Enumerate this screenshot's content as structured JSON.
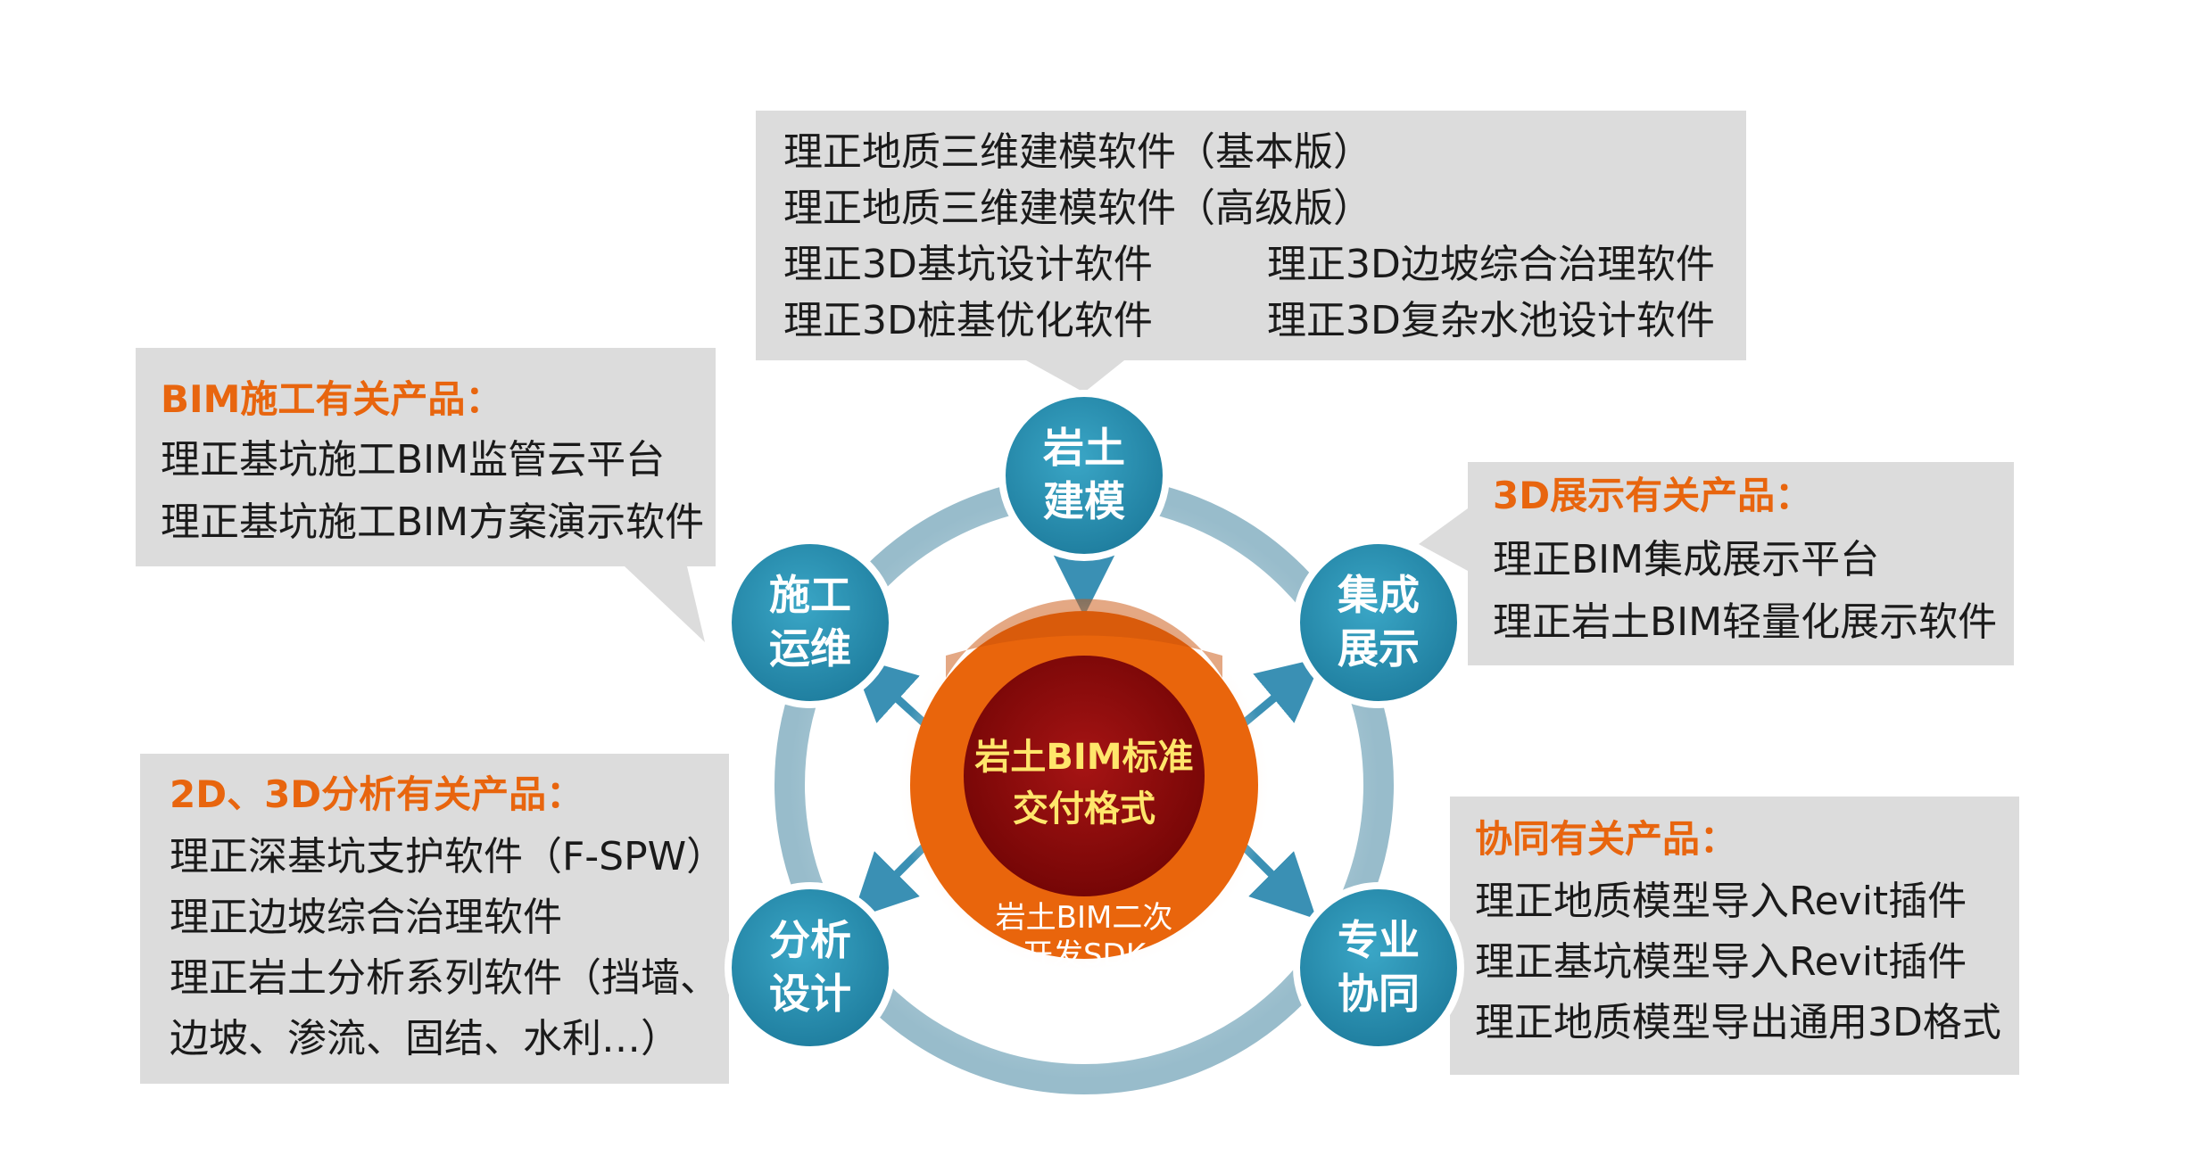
{
  "colors": {
    "box_bg": "#dcdcdc",
    "ring": "#a9c8d6",
    "node": "#2a8eae",
    "node_border": "#ffffff",
    "arrow": "#3a90b4",
    "center_core": "#8b0a0a",
    "center_ring": "#e9650c",
    "title_orange": "#e8650e",
    "center_label_yellow": "#ffe66b"
  },
  "center": {
    "label_line1": "岩土BIM标准",
    "label_line2": "交付格式",
    "sdk_line1": "岩土BIM二次",
    "sdk_line2": "开发SDK"
  },
  "nodes": {
    "modeling": {
      "line1": "岩土",
      "line2": "建模",
      "icon": "circle-node"
    },
    "display": {
      "line1": "集成",
      "line2": "展示",
      "icon": "circle-node"
    },
    "collab": {
      "line1": "专业",
      "line2": "协同",
      "icon": "circle-node"
    },
    "analysis": {
      "line1": "分析",
      "line2": "设计",
      "icon": "circle-node"
    },
    "construction": {
      "line1": "施工",
      "line2": "运维",
      "icon": "circle-node"
    }
  },
  "boxes": {
    "modeling": {
      "items": [
        "理正地质三维建模软件（基本版）",
        "理正地质三维建模软件（高级版）",
        "理正3D基坑设计软件",
        "理正3D边坡综合治理软件",
        "理正3D桩基优化软件",
        "理正3D复杂水池设计软件"
      ]
    },
    "construction": {
      "title": "BIM施工有关产品：",
      "items": [
        "理正基坑施工BIM监管云平台",
        "理正基坑施工BIM方案演示软件"
      ]
    },
    "display": {
      "title": "3D展示有关产品：",
      "items": [
        "理正BIM集成展示平台",
        "理正岩土BIM轻量化展示软件"
      ]
    },
    "analysis": {
      "title": "2D、3D分析有关产品：",
      "items": [
        "理正深基坑支护软件（F-SPW）",
        "理正边坡综合治理软件",
        "理正岩土分析系列软件（挡墙、",
        "边坡、渗流、固结、水利…）"
      ]
    },
    "collab": {
      "title": "协同有关产品：",
      "items": [
        "理正地质模型导入Revit插件",
        "理正基坑模型导入Revit插件",
        "理正地质模型导出通用3D格式"
      ]
    }
  }
}
